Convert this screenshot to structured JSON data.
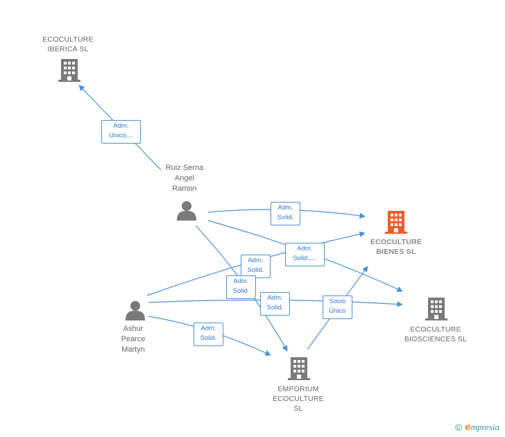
{
  "colors": {
    "edge": "#4a8fd8",
    "icon": "#7a7a7a",
    "focus": "#f05a28",
    "label": "#666666"
  },
  "nodes": {
    "iberica": {
      "label": "ECOCULTURE\nIBERICA  SL",
      "icon": "building-icon"
    },
    "ruiz": {
      "label": "Ruiz Serna\nAngel\nRamon",
      "icon": "person-icon"
    },
    "bienes": {
      "label": "ECOCULTURE\nBIENES  SL",
      "icon": "building-icon"
    },
    "biosciences": {
      "label": "ECOCULTURE\nBIOSCIENCES SL",
      "icon": "building-icon"
    },
    "ashur": {
      "label": "Ashur\nPearce\nMartyn",
      "icon": "person-icon"
    },
    "emporium": {
      "label": "EMPORIUM\nECOCULTURE\nSL",
      "icon": "building-icon"
    }
  },
  "edges": {
    "ruiz_iberica": "Adm.\nUnico,...",
    "ruiz_bienes": "Adm.\nSolid.",
    "ruiz_biosciences": "Adm.\nSolid.,...",
    "ashur_bienes": "Adm.\nSolid.",
    "ruiz_emporium": "Adm.\nSolid.",
    "ashur_biosciences": "Adm.\nSolid.",
    "emporium_bienes": "Socio\nÚnico",
    "ashur_emporium": "Adm.\nSolid."
  },
  "footer": {
    "copyright": "©",
    "brand_e": "e",
    "brand_rest": "mpresia"
  }
}
